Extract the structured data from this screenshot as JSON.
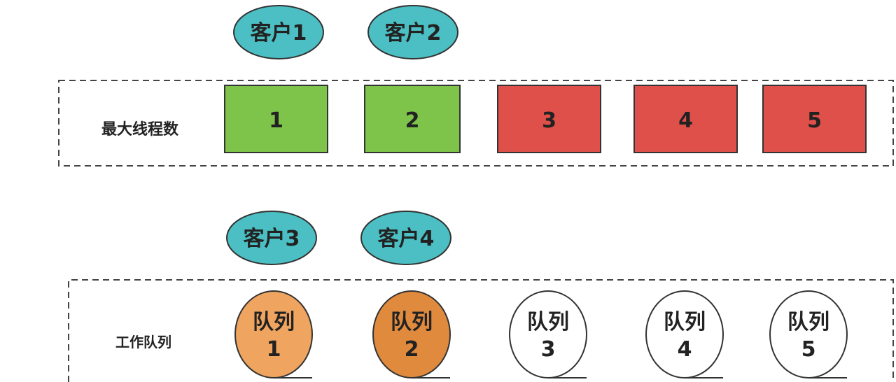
{
  "threads_section": {
    "label": "最大线程数",
    "clients": [
      {
        "text": "客户1"
      },
      {
        "text": "客户2"
      }
    ],
    "threads": [
      {
        "text": "1",
        "busy": true
      },
      {
        "text": "2",
        "busy": true
      },
      {
        "text": "3",
        "busy": false
      },
      {
        "text": "4",
        "busy": false
      },
      {
        "text": "5",
        "busy": false
      }
    ]
  },
  "queue_section": {
    "label": "工作队列",
    "clients": [
      {
        "text": "客户3"
      },
      {
        "text": "客户4"
      }
    ],
    "queues": [
      {
        "line1": "队列",
        "line2": "1",
        "state": "light"
      },
      {
        "line1": "队列",
        "line2": "2",
        "state": "dark"
      },
      {
        "line1": "队列",
        "line2": "3",
        "state": "empty"
      },
      {
        "line1": "队列",
        "line2": "4",
        "state": "empty"
      },
      {
        "line1": "队列",
        "line2": "5",
        "state": "empty"
      }
    ]
  },
  "colors": {
    "client_fill": "#4bbfc3",
    "thread_busy": "#7ec44a",
    "thread_idle": "#e0504a",
    "queue_light": "#efa460",
    "queue_dark": "#e08a3e",
    "queue_empty": "#ffffff",
    "outline": "#333333"
  }
}
